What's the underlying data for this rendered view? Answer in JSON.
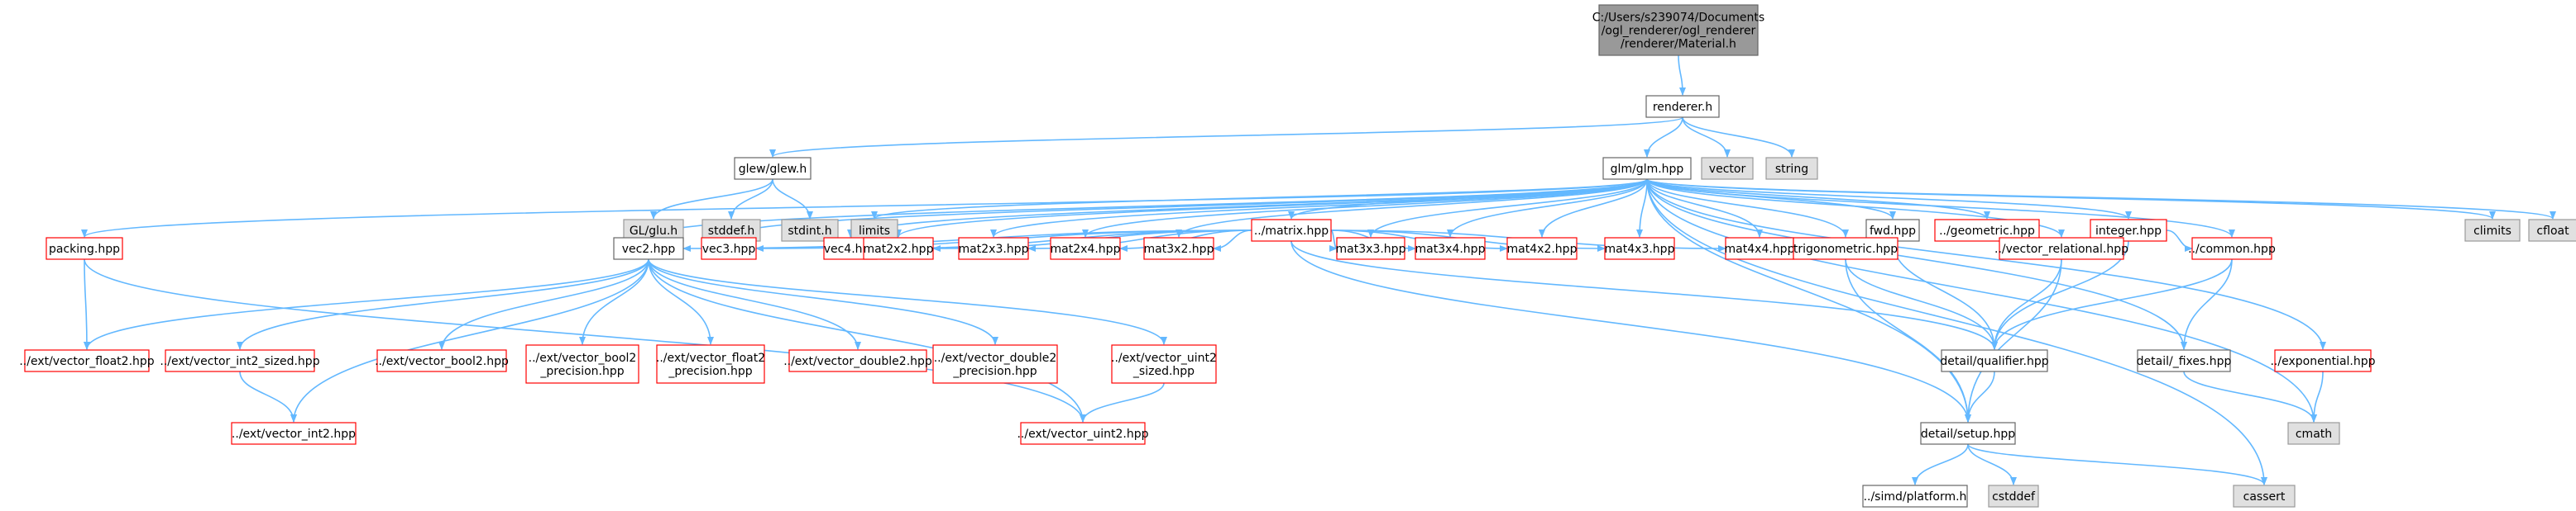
{
  "colors": {
    "root_fill": "#999999",
    "system_fill": "#e0e0e0",
    "system_border": "#999999",
    "normal_border": "#666666",
    "truncated_border": "#ff0000",
    "edge": "#63B8FF"
  },
  "nodes": [
    {
      "id": "material",
      "label": "C:/Users/s239074/Documents\n/ogl_renderer/ogl_renderer\n/renderer/Material.h",
      "kind": "root"
    },
    {
      "id": "renderer",
      "label": "renderer.h",
      "kind": "normal"
    },
    {
      "id": "glew",
      "label": "glew/glew.h",
      "kind": "normal"
    },
    {
      "id": "vector",
      "label": "vector",
      "kind": "system"
    },
    {
      "id": "string",
      "label": "string",
      "kind": "system"
    },
    {
      "id": "glm",
      "label": "glm/glm.hpp",
      "kind": "normal"
    },
    {
      "id": "glu",
      "label": "GL/glu.h",
      "kind": "system"
    },
    {
      "id": "stddef",
      "label": "stddef.h",
      "kind": "system"
    },
    {
      "id": "stdint",
      "label": "stdint.h",
      "kind": "system"
    },
    {
      "id": "limits",
      "label": "limits",
      "kind": "system"
    },
    {
      "id": "matrix",
      "label": "../matrix.hpp",
      "kind": "truncated"
    },
    {
      "id": "fwd",
      "label": "fwd.hpp",
      "kind": "normal"
    },
    {
      "id": "geometric",
      "label": "../geometric.hpp",
      "kind": "truncated"
    },
    {
      "id": "integer",
      "label": "integer.hpp",
      "kind": "truncated"
    },
    {
      "id": "climits",
      "label": "climits",
      "kind": "system"
    },
    {
      "id": "cfloat",
      "label": "cfloat",
      "kind": "system"
    },
    {
      "id": "packing",
      "label": "packing.hpp",
      "kind": "truncated"
    },
    {
      "id": "vec2",
      "label": "vec2.hpp",
      "kind": "normal"
    },
    {
      "id": "vec3",
      "label": "vec3.hpp",
      "kind": "truncated"
    },
    {
      "id": "vec4",
      "label": "vec4.hpp",
      "kind": "truncated"
    },
    {
      "id": "mat2x2",
      "label": "mat2x2.hpp",
      "kind": "truncated"
    },
    {
      "id": "mat2x3",
      "label": "mat2x3.hpp",
      "kind": "truncated"
    },
    {
      "id": "mat2x4",
      "label": "mat2x4.hpp",
      "kind": "truncated"
    },
    {
      "id": "mat3x2",
      "label": "mat3x2.hpp",
      "kind": "truncated"
    },
    {
      "id": "mat3x3",
      "label": "mat3x3.hpp",
      "kind": "truncated"
    },
    {
      "id": "mat3x4",
      "label": "mat3x4.hpp",
      "kind": "truncated"
    },
    {
      "id": "mat4x2",
      "label": "mat4x2.hpp",
      "kind": "truncated"
    },
    {
      "id": "mat4x3",
      "label": "mat4x3.hpp",
      "kind": "truncated"
    },
    {
      "id": "mat4x4",
      "label": "mat4x4.hpp",
      "kind": "truncated"
    },
    {
      "id": "trigonometric",
      "label": "trigonometric.hpp",
      "kind": "truncated"
    },
    {
      "id": "vecrel",
      "label": "../vector_relational.hpp",
      "kind": "truncated"
    },
    {
      "id": "common",
      "label": "../common.hpp",
      "kind": "truncated"
    },
    {
      "id": "vfloat2",
      "label": "../ext/vector_float2.hpp",
      "kind": "truncated"
    },
    {
      "id": "vint2sized",
      "label": "../ext/vector_int2_sized.hpp",
      "kind": "truncated"
    },
    {
      "id": "vbool2",
      "label": "../ext/vector_bool2.hpp",
      "kind": "truncated"
    },
    {
      "id": "vbool2p",
      "label": "../ext/vector_bool2\n_precision.hpp",
      "kind": "truncated"
    },
    {
      "id": "vfloat2p",
      "label": "../ext/vector_float2\n_precision.hpp",
      "kind": "truncated"
    },
    {
      "id": "vdouble2",
      "label": "../ext/vector_double2.hpp",
      "kind": "truncated"
    },
    {
      "id": "vdouble2p",
      "label": "../ext/vector_double2\n_precision.hpp",
      "kind": "truncated"
    },
    {
      "id": "vuint2sized",
      "label": "../ext/vector_uint2\n_sized.hpp",
      "kind": "truncated"
    },
    {
      "id": "qualifier",
      "label": "detail/qualifier.hpp",
      "kind": "normal"
    },
    {
      "id": "fixes",
      "label": "detail/_fixes.hpp",
      "kind": "normal"
    },
    {
      "id": "exponential",
      "label": "../exponential.hpp",
      "kind": "truncated"
    },
    {
      "id": "vint2",
      "label": "../ext/vector_int2.hpp",
      "kind": "truncated"
    },
    {
      "id": "vuint2",
      "label": "../ext/vector_uint2.hpp",
      "kind": "truncated"
    },
    {
      "id": "setup",
      "label": "detail/setup.hpp",
      "kind": "normal"
    },
    {
      "id": "cmath",
      "label": "cmath",
      "kind": "system"
    },
    {
      "id": "platform",
      "label": "../simd/platform.h",
      "kind": "normal"
    },
    {
      "id": "cstddef",
      "label": "cstddef",
      "kind": "system"
    },
    {
      "id": "cassert",
      "label": "cassert",
      "kind": "system"
    }
  ],
  "edges": [
    [
      "material",
      "renderer"
    ],
    [
      "renderer",
      "glew"
    ],
    [
      "renderer",
      "glm"
    ],
    [
      "renderer",
      "vector"
    ],
    [
      "renderer",
      "string"
    ],
    [
      "glew",
      "glu"
    ],
    [
      "glew",
      "stddef"
    ],
    [
      "glew",
      "stdint"
    ],
    [
      "glm",
      "limits"
    ],
    [
      "glm",
      "matrix"
    ],
    [
      "glm",
      "fwd"
    ],
    [
      "glm",
      "geometric"
    ],
    [
      "glm",
      "integer"
    ],
    [
      "glm",
      "climits"
    ],
    [
      "glm",
      "cfloat"
    ],
    [
      "glm",
      "packing"
    ],
    [
      "glm",
      "vec2"
    ],
    [
      "glm",
      "vec3"
    ],
    [
      "glm",
      "vec4"
    ],
    [
      "glm",
      "mat2x2"
    ],
    [
      "glm",
      "mat2x3"
    ],
    [
      "glm",
      "mat2x4"
    ],
    [
      "glm",
      "mat3x2"
    ],
    [
      "glm",
      "mat3x3"
    ],
    [
      "glm",
      "mat3x4"
    ],
    [
      "glm",
      "mat4x2"
    ],
    [
      "glm",
      "mat4x3"
    ],
    [
      "glm",
      "mat4x4"
    ],
    [
      "glm",
      "trigonometric"
    ],
    [
      "glm",
      "vecrel"
    ],
    [
      "glm",
      "common"
    ],
    [
      "glm",
      "exponential"
    ],
    [
      "glm",
      "fixes"
    ],
    [
      "glm",
      "setup"
    ],
    [
      "glm",
      "cmath"
    ],
    [
      "glm",
      "cassert"
    ],
    [
      "matrix",
      "vec2"
    ],
    [
      "matrix",
      "vec3"
    ],
    [
      "matrix",
      "vec4"
    ],
    [
      "matrix",
      "mat2x2"
    ],
    [
      "matrix",
      "mat2x3"
    ],
    [
      "matrix",
      "mat2x4"
    ],
    [
      "matrix",
      "mat3x2"
    ],
    [
      "matrix",
      "mat3x3"
    ],
    [
      "matrix",
      "mat3x4"
    ],
    [
      "matrix",
      "mat4x2"
    ],
    [
      "matrix",
      "mat4x3"
    ],
    [
      "matrix",
      "mat4x4"
    ],
    [
      "matrix",
      "qualifier"
    ],
    [
      "matrix",
      "setup"
    ],
    [
      "packing",
      "vfloat2"
    ],
    [
      "packing",
      "vuint2"
    ],
    [
      "vec2",
      "vfloat2"
    ],
    [
      "vec2",
      "vint2sized"
    ],
    [
      "vec2",
      "vbool2"
    ],
    [
      "vec2",
      "vbool2p"
    ],
    [
      "vec2",
      "vfloat2p"
    ],
    [
      "vec2",
      "vdouble2"
    ],
    [
      "vec2",
      "vdouble2p"
    ],
    [
      "vec2",
      "vuint2sized"
    ],
    [
      "vec2",
      "vint2"
    ],
    [
      "vec2",
      "vuint2"
    ],
    [
      "vint2sized",
      "vint2"
    ],
    [
      "vuint2sized",
      "vuint2"
    ],
    [
      "fwd",
      "qualifier"
    ],
    [
      "trigonometric",
      "qualifier"
    ],
    [
      "trigonometric",
      "setup"
    ],
    [
      "vecrel",
      "qualifier"
    ],
    [
      "vecrel",
      "setup"
    ],
    [
      "integer",
      "vecrel"
    ],
    [
      "integer",
      "common"
    ],
    [
      "integer",
      "qualifier"
    ],
    [
      "common",
      "qualifier"
    ],
    [
      "common",
      "fixes"
    ],
    [
      "fixes",
      "cmath"
    ],
    [
      "exponential",
      "cmath"
    ],
    [
      "qualifier",
      "setup"
    ],
    [
      "setup",
      "platform"
    ],
    [
      "setup",
      "cstddef"
    ],
    [
      "setup",
      "cassert"
    ]
  ]
}
